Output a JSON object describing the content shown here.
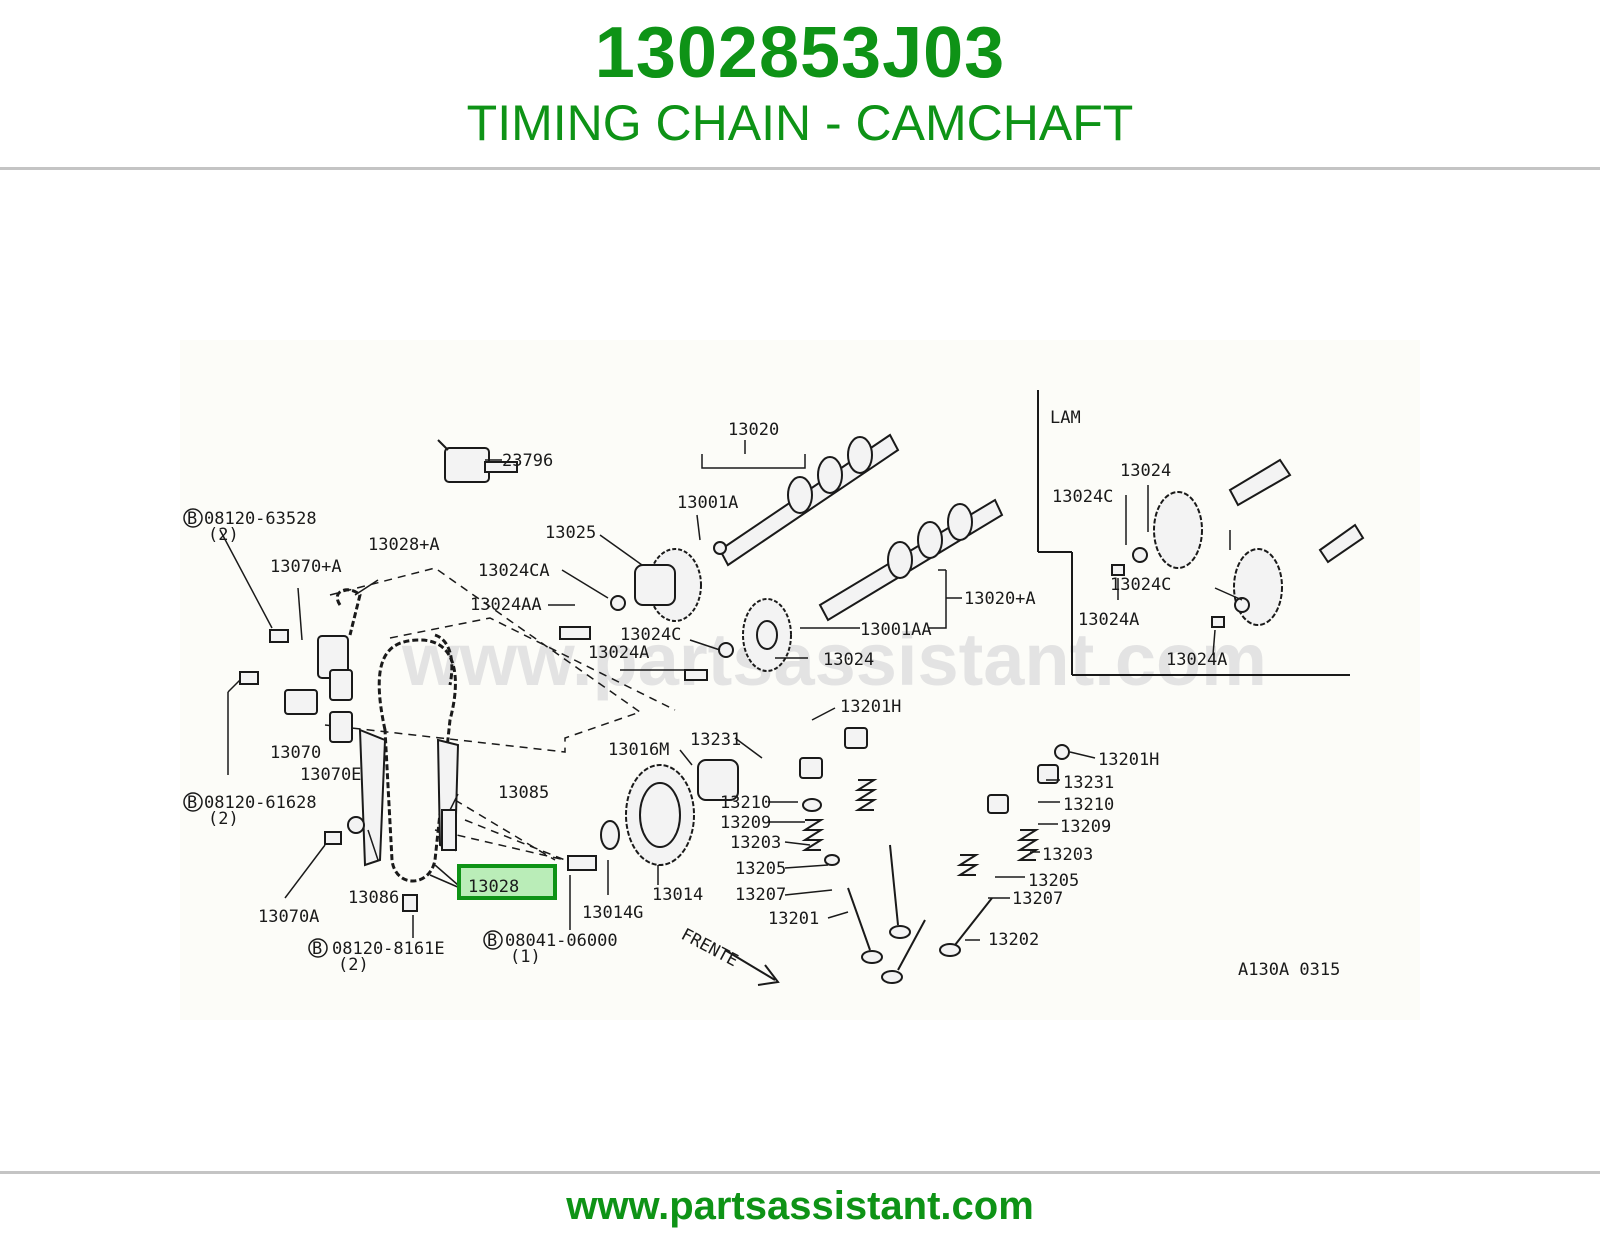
{
  "header": {
    "part_number": "1302853J03",
    "title": "TIMING CHAIN - CAMCHAFT"
  },
  "footer": {
    "url": "www.partsassistant.com"
  },
  "diagram": {
    "watermark": "www.partsassistant.com",
    "inset_label": "LAM",
    "drawing_code": "A130A  0315",
    "direction_label": "FRENTE",
    "highlighted_part": "13028",
    "colors": {
      "accent": "#0e9316",
      "highlight_fill": "#8ee38e",
      "line": "#1a1a1a"
    },
    "callouts": [
      "23796",
      "13020",
      "13001A",
      "13025",
      "13024CA",
      "13024AA",
      "13024C",
      "13024A",
      "13024",
      "13001AA",
      "13020+A",
      "13028+A",
      "13070+A",
      "13070",
      "13070E",
      "13085",
      "13086",
      "13070A",
      "13016M",
      "13231",
      "13210",
      "13209",
      "13203",
      "13205",
      "13207",
      "13201",
      "13201H",
      "13014",
      "13014G",
      "13202",
      "13024",
      "13024C",
      "13024C",
      "13024A",
      "13024A",
      "13231",
      "13210",
      "13209",
      "13203",
      "13205",
      "13207",
      "13201H"
    ],
    "bolt_labels": [
      {
        "code": "08120-63528",
        "qty": "(2)"
      },
      {
        "code": "08120-61628",
        "qty": "(2)"
      },
      {
        "code": "08120-8161E",
        "qty": "(2)"
      },
      {
        "code": "08041-06000",
        "qty": "(1)"
      }
    ],
    "bolt_marker": "B"
  }
}
